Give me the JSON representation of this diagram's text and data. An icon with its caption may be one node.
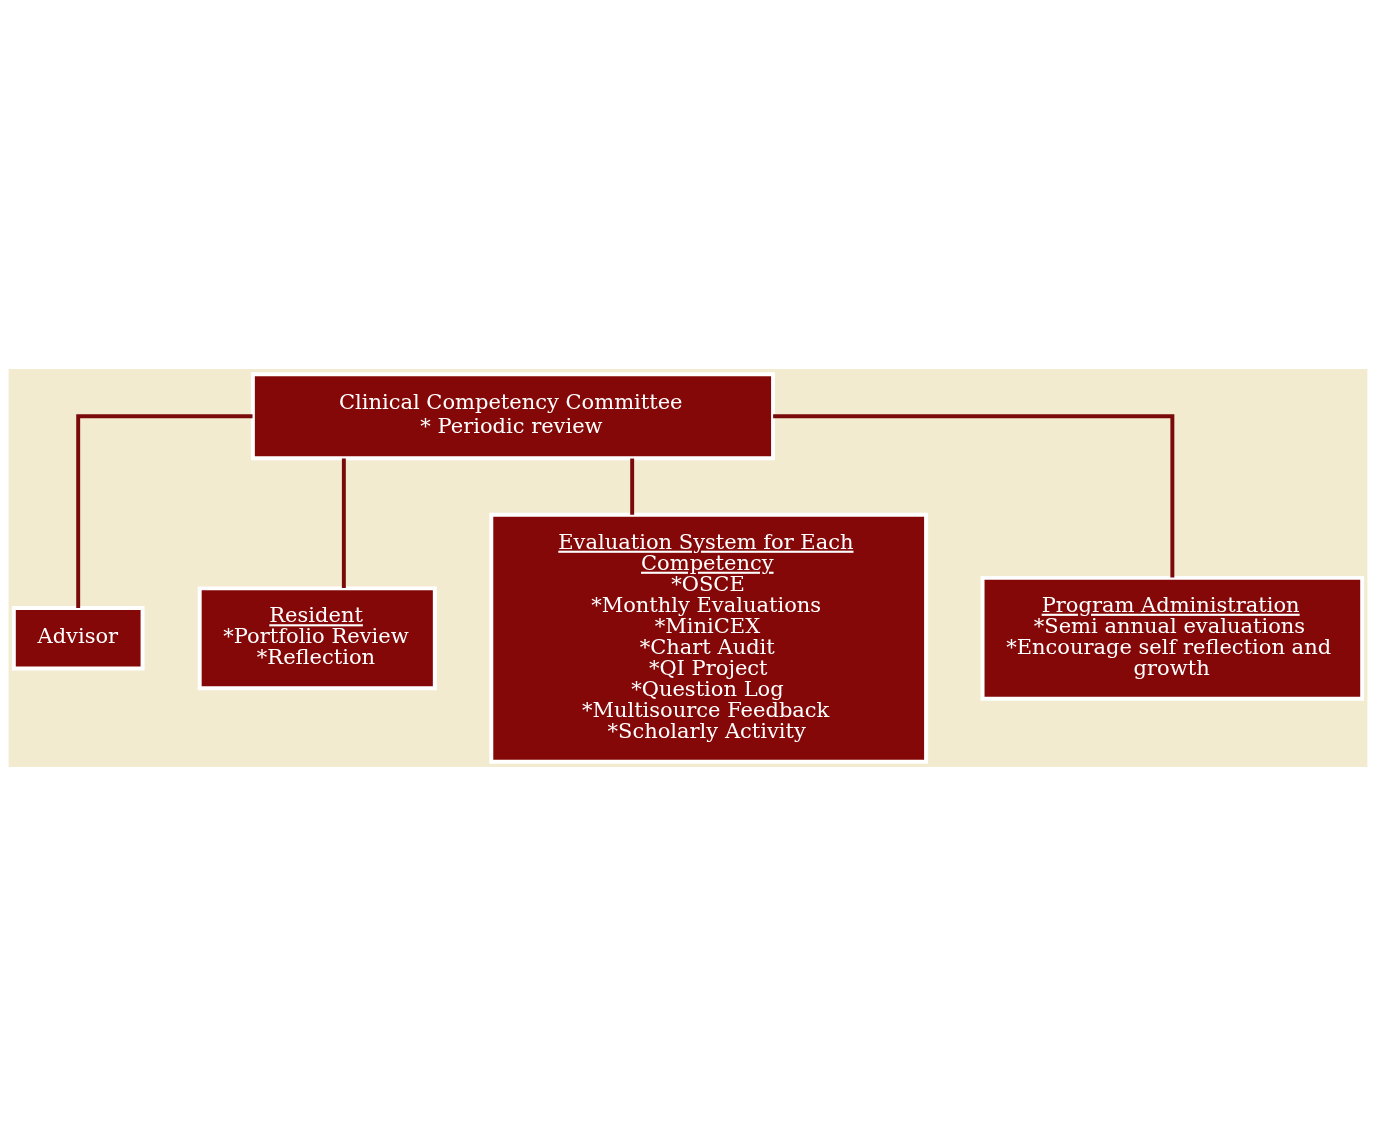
{
  "diagram": {
    "nodes": [
      {
        "text": [
          "Clinical Competency Committee",
          "* Periodic review"
        ]
      },
      {
        "text": [
          "Advisor"
        ]
      },
      {
        "text": [
          "Resident",
          "*Portfolio Review",
          "*Reflection"
        ]
      },
      {
        "text": [
          "Evaluation System for Each Competency",
          "*OSCE",
          "*Monthly Evaluations",
          "*MiniCEX",
          "*Chart Audit",
          "*QI Project",
          "*Question Log",
          "*Multisource Feedback",
          "*Scholarly Activity"
        ]
      },
      {
        "text": [
          "Program Administration",
          "*Semi annual evaluations",
          "*Encourage self reflection and growth"
        ]
      }
    ],
    "edges": [
      {
        "from": 0,
        "to": 1,
        "arrow": "none"
      },
      {
        "from": 0,
        "to": 2,
        "arrow": "none"
      },
      {
        "from": 0,
        "to": 3,
        "arrow": "none"
      },
      {
        "from": 0,
        "to": 4,
        "arrow": "none"
      }
    ]
  }
}
